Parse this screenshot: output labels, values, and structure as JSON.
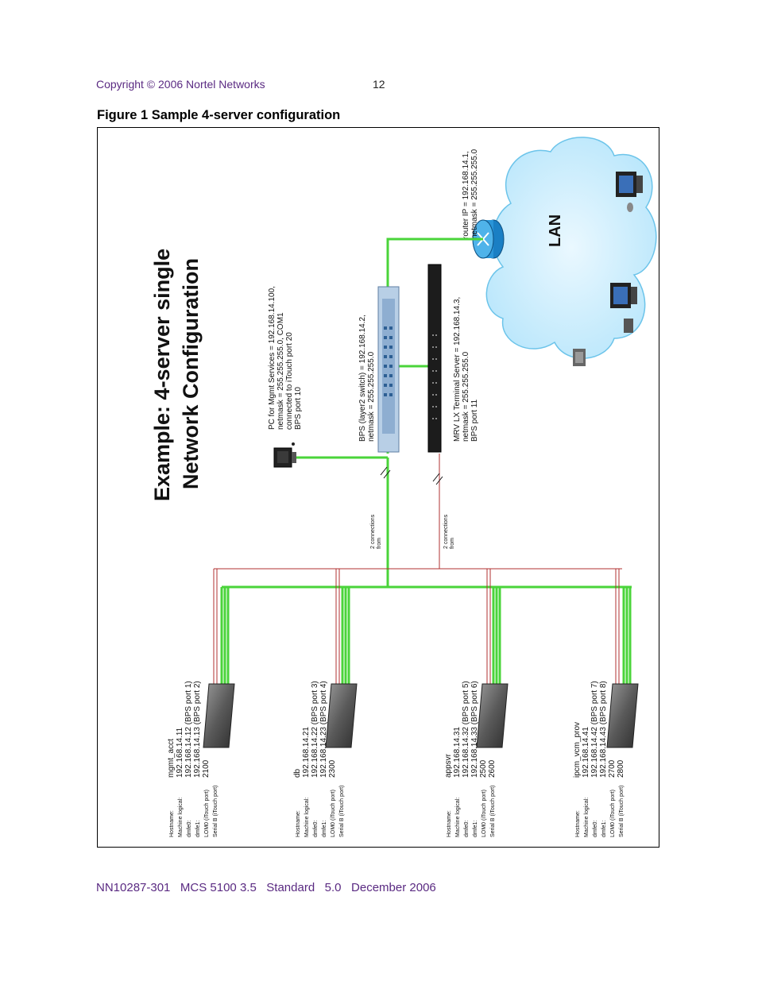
{
  "header": {
    "copyright": "Copyright © 2006 Nortel Networks",
    "page_number": "12"
  },
  "figure": {
    "caption": "Figure 1  Sample 4-server configuration",
    "title_line1": "Example: 4-server single",
    "title_line2": "Network Configuration",
    "pc": {
      "lines": [
        "PC for Mgmt Services = 192.168.14.100,",
        "netmask = 255.255.255.0, COM1",
        "connected to iTouch port 20",
        "BPS port 10"
      ]
    },
    "bps": {
      "lines": [
        "BPS (layer2 switch) = 192.168.14.2,",
        "netmask = 255.255.255.0"
      ]
    },
    "terminal_server": {
      "lines": [
        "MRV LX Terminal Server = 192.168.14.3,",
        "netmask = 255.255.255.0",
        "BPS port 11"
      ]
    },
    "router": {
      "lines": [
        "router IP = 192.168.14.1,",
        "netmask = 255.255.255.0"
      ]
    },
    "lan_label": "LAN",
    "connections_label_line1": "2 connections",
    "connections_label_line2": "from",
    "field_labels": [
      "Hostname:",
      "Machine logical:",
      "dmfe0:",
      "dmfe1:",
      "LOM0 (iTouch port)",
      "Serial B (iTouch port)"
    ],
    "servers": [
      {
        "hostname": "mgmt_acct",
        "logical": "192.168.14.11",
        "dmfe0": "192.168.14.12 (BPS port 1)",
        "dmfe1": "192.168.14.13 (BPS port  2)",
        "lom0": "2100",
        "serialb": ""
      },
      {
        "hostname": "db",
        "logical": "192.168.14.21",
        "dmfe0": "192.168.14.22  (BPS port 3)",
        "dmfe1": "192.168.14.23 (BPS port  4)",
        "lom0": "2300",
        "serialb": ""
      },
      {
        "hostname": "appsvr",
        "logical": "192.168.14.31",
        "dmfe0": "192.168.14.32  (BPS port 5)",
        "dmfe1": "192.168.14.33 (BPS port  6)",
        "lom0": "2500",
        "serialb": "2600"
      },
      {
        "hostname": "ipcm_vcm_prov",
        "logical": "192.168.14.41",
        "dmfe0": "192.168.14.42 (BPS port 7)",
        "dmfe1": "192.168.14.43 (BPS port  8)",
        "lom0": "2700",
        "serialb": "2800"
      }
    ]
  },
  "footer": {
    "text": "NN10287-301   MCS 5100 3.5   Standard   5.0   December 2006"
  }
}
